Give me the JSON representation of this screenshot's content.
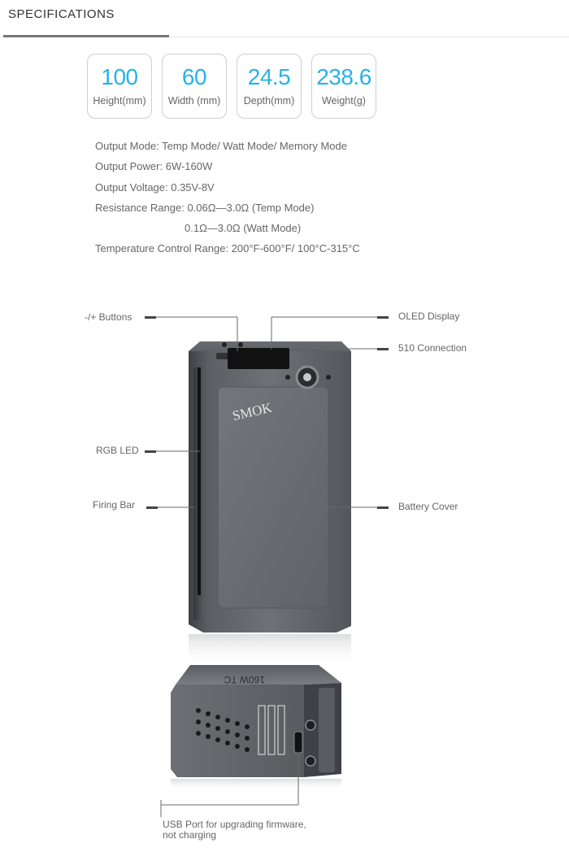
{
  "header": {
    "title": "SPECIFICATIONS"
  },
  "stats": [
    {
      "value": "100",
      "label": "Height(mm)"
    },
    {
      "value": "60",
      "label": "Width (mm)"
    },
    {
      "value": "24.5",
      "label": "Depth(mm)"
    },
    {
      "value": "238.6",
      "label": "Weight(g)"
    }
  ],
  "specs": {
    "output_mode": "Output Mode: Temp Mode/ Watt Mode/ Memory Mode",
    "output_power": "Output Power: 6W-160W",
    "output_voltage": "Output Voltage: 0.35V-8V",
    "resistance_1": "Resistance Range: 0.06Ω—3.0Ω (Temp Mode)",
    "resistance_2": "0.1Ω—3.0Ω (Watt Mode)",
    "temp_range": "Temperature Control Range: 200°F-600°F/ 100°C-315°C"
  },
  "callouts": {
    "buttons": "-/+ Buttons",
    "oled": "OLED Display",
    "connection": "510 Connection",
    "rgb_led": "RGB LED",
    "firing_bar": "Firing Bar",
    "battery": "Battery Cover",
    "usb_line1": "USB Port for upgrading firmware,",
    "usb_line2": "not charging"
  },
  "device": {
    "brand": "SMOK",
    "side_marking": "160W TC"
  },
  "colors": {
    "accent": "#27b3e6",
    "device_dark": "#4a4c52",
    "device_mid": "#6b6d73"
  }
}
